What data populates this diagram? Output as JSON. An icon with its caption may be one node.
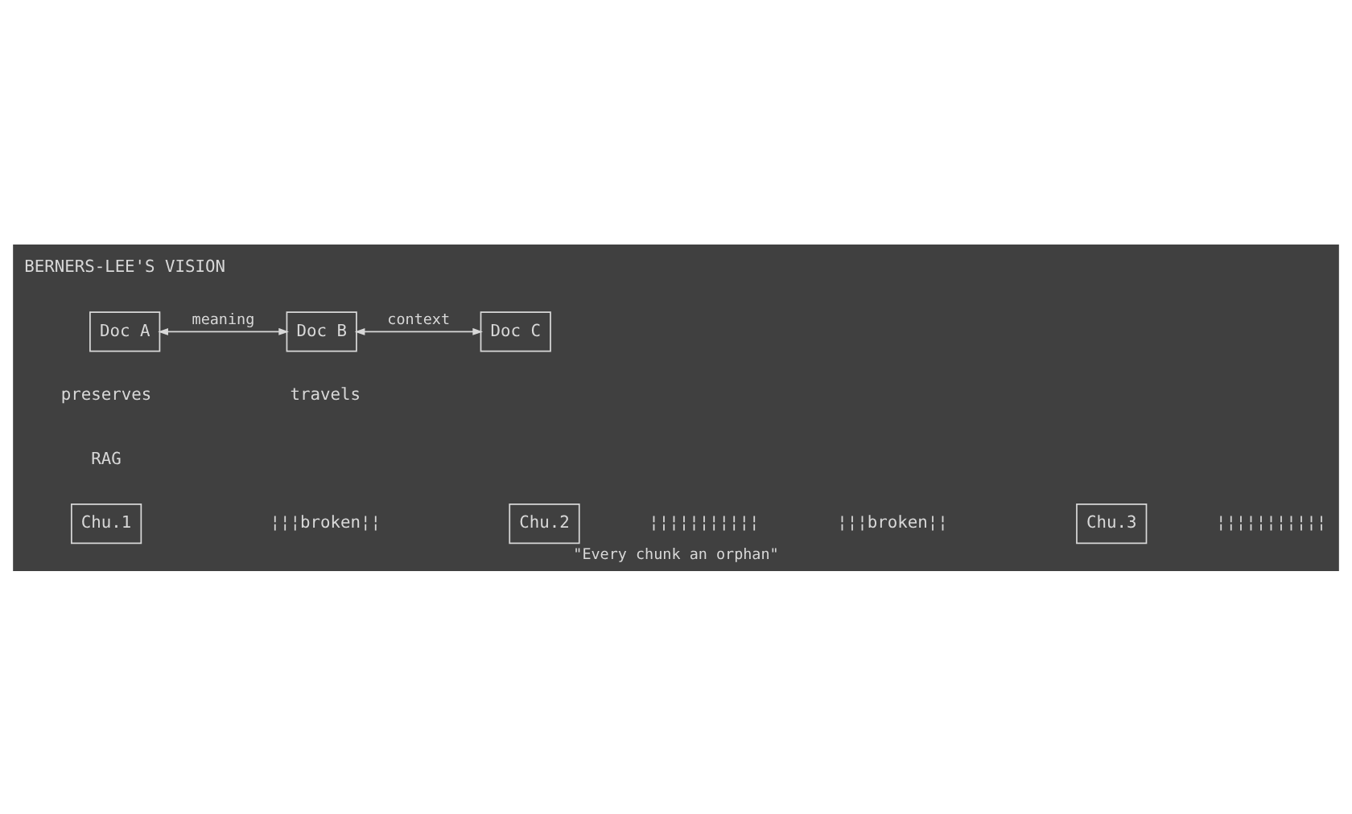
{
  "diagram": {
    "caption": "\"Every chunk an orphan\"",
    "nodes": [
      {
        "text": [
          "Doc A"
        ]
      },
      {
        "text": [
          "Doc B"
        ]
      },
      {
        "text": [
          "Doc C"
        ]
      },
      {
        "text": [
          "Chu.1"
        ]
      },
      {
        "text": [
          "Chu.2"
        ]
      },
      {
        "text": [
          "Chu.3"
        ]
      }
    ],
    "edges": [
      {
        "from": 0,
        "to": 1,
        "arrow": "both",
        "label": "meaning"
      },
      {
        "from": 1,
        "to": 2,
        "arrow": "both",
        "label": "context"
      }
    ],
    "labels": [
      "BERNERS-LEE'S VISION",
      "preserves",
      "travels",
      "RAG",
      "¦¦¦broken¦¦",
      "¦¦¦¦¦¦¦¦¦¦¦",
      "¦¦¦broken¦¦",
      "¦¦¦¦¦¦¦¦¦¦¦"
    ]
  }
}
